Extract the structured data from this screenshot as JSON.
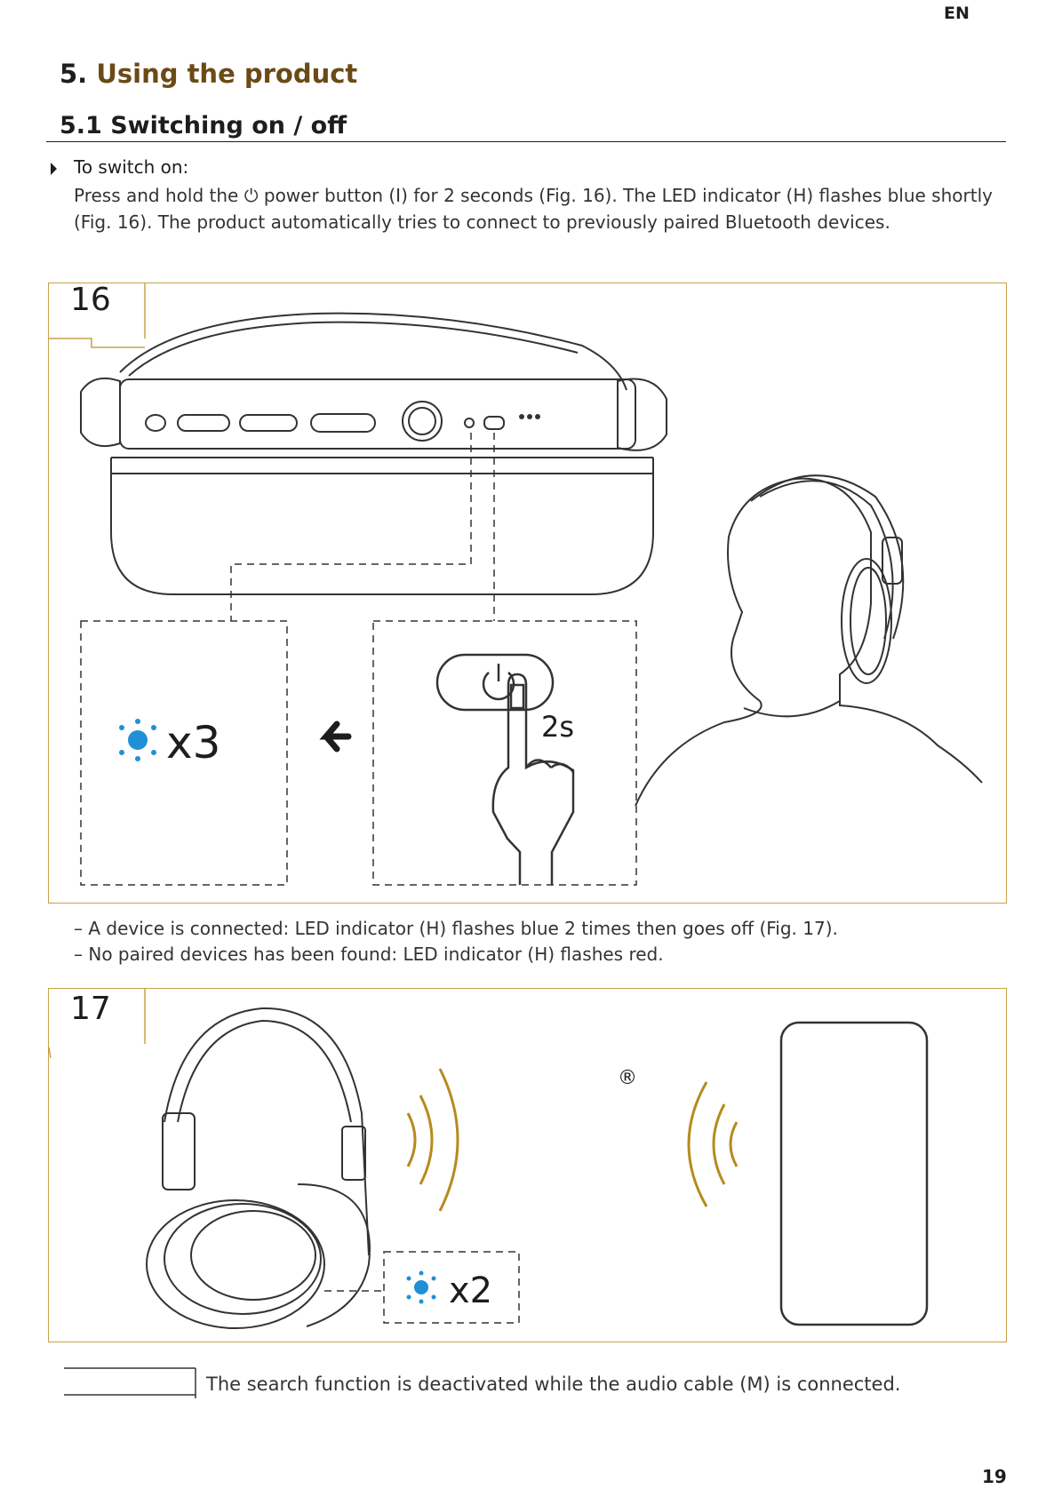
{
  "header": {
    "lang": "EN",
    "page_number": "19"
  },
  "section": {
    "number": "5.",
    "title": "Using the product"
  },
  "subsection": {
    "title": "5.1 Switching on / off"
  },
  "step": {
    "label": "To switch on:",
    "body_pre": "Press and hold the ",
    "power_symbol": "⏻",
    "body_post": " power button (I) for 2 seconds (Fig. 16). The LED indicator (H) flashes blue shortly (Fig. 16). The product automatically tries to connect to previously paired Bluetooth devices."
  },
  "figure16": {
    "number": "16",
    "led_count": "x3",
    "hold_time": "2s"
  },
  "results": [
    "– A device is connected: LED indicator (H) flashes blue 2 times then goes off (Fig. 17).",
    "– No paired devices has been found: LED indicator (H) flashes red."
  ],
  "figure17": {
    "number": "17",
    "led_count": "x2",
    "registered_symbol": "®"
  },
  "note": {
    "text": "The search function is deactivated while the audio cable (M) is connected."
  },
  "colors": {
    "accent_gold": "#c9a24a",
    "led_blue": "#1f8fd6",
    "heading_brown": "#6b4a16"
  }
}
